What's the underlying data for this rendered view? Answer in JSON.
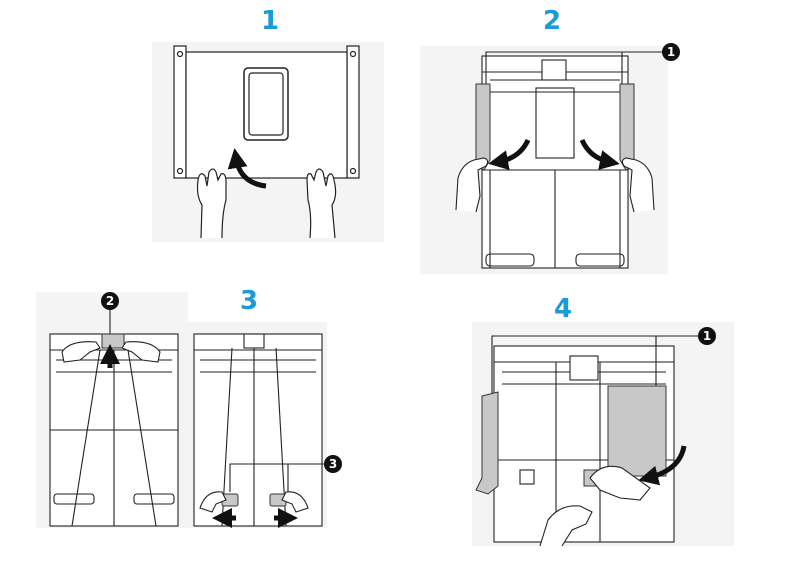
{
  "steps": [
    {
      "number": "1"
    },
    {
      "number": "2"
    },
    {
      "number": "3"
    },
    {
      "number": "4"
    }
  ],
  "callouts": [
    "1",
    "2",
    "3",
    "1"
  ],
  "colors": {
    "step_number": "#1a9ad9",
    "panel_background": "#f4f4f4",
    "line": "#222222",
    "highlight_part": "#c8c8c8",
    "callout_fill": "#111111"
  },
  "icons": [
    "hand-icon",
    "curved-arrow-icon",
    "straight-arrow-icon"
  ]
}
